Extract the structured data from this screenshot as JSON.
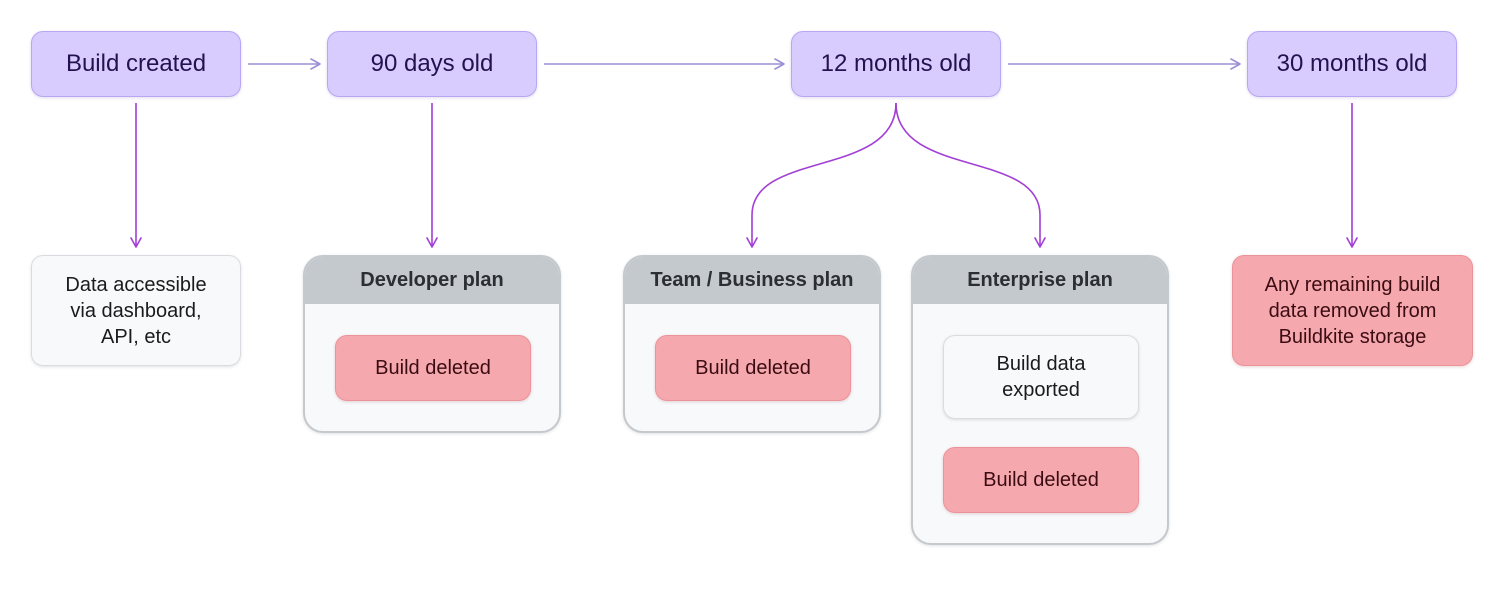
{
  "stages": {
    "build_created": "Build created",
    "days_90": "90 days old",
    "months_12": "12 months old",
    "months_30": "30 months old"
  },
  "outcomes": {
    "data_accessible": [
      "Data accessible",
      "via dashboard,",
      "API, etc"
    ],
    "remaining_removed": [
      "Any remaining build",
      "data removed from",
      "Buildkite storage"
    ]
  },
  "plans": {
    "developer": {
      "title": "Developer plan",
      "result": "Build deleted"
    },
    "team_business": {
      "title": "Team / Business plan",
      "result": "Build deleted"
    },
    "enterprise": {
      "title": "Enterprise plan",
      "export": [
        "Build data",
        "exported"
      ],
      "result": "Build deleted"
    }
  },
  "colors": {
    "stage_fill": "#d8ccff",
    "stage_arrow": "#9d8fd6",
    "branch_arrow": "#a23fd6",
    "deleted_fill": "#f5a8ae",
    "plan_header": "#c4c9cd"
  }
}
